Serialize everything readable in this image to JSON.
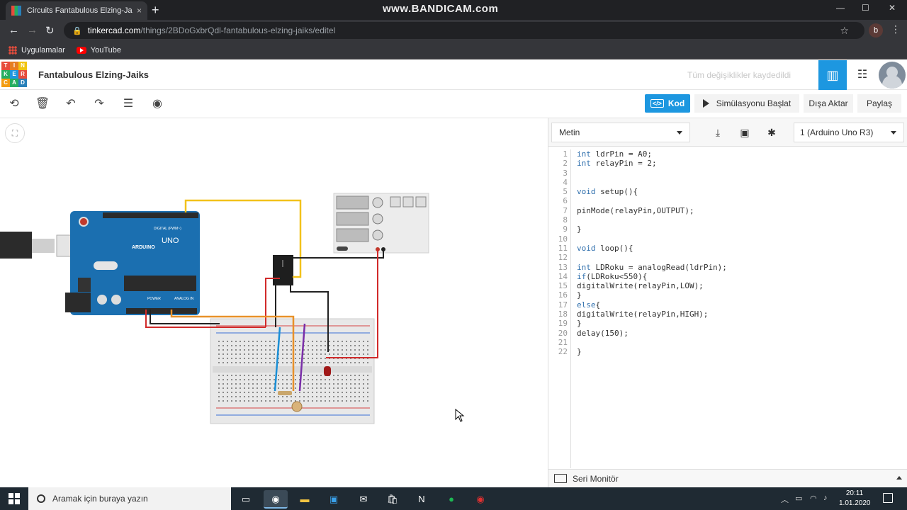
{
  "browser": {
    "tab_title": "Circuits Fantabulous Elzing-Jaiks",
    "tab_close": "×",
    "new_tab": "+",
    "watermark": "www.BANDICAM.com",
    "url_host": "tinkercad.com",
    "url_path": "/things/2BDoGxbrQdl-fantabulous-elzing-jaiks/editel",
    "profile_initial": "b",
    "bookmarks": [
      "Uygulamalar",
      "YouTube"
    ]
  },
  "header": {
    "logo_letters": [
      "T",
      "I",
      "N",
      "K",
      "E",
      "R",
      "C",
      "A",
      "D"
    ],
    "project_title": "Fantabulous Elzing-Jaiks",
    "save_status": "Tüm değişiklikler kaydedildi"
  },
  "toolbar": {
    "code_label": "Kod",
    "simulate_label": "Simülasyonu Başlat",
    "export_label": "Dışa Aktar",
    "share_label": "Paylaş"
  },
  "code": {
    "mode": "Metin",
    "board": "1 (Arduino Uno R3)",
    "lines": [
      "int ldrPin = A0;",
      "int relayPin = 2;",
      "",
      "",
      "void setup(){",
      "",
      "pinMode(relayPin,OUTPUT);",
      "",
      "}",
      "",
      "void loop(){",
      "",
      "int LDRoku = analogRead(ldrPin);",
      "if(LDRoku<550){",
      "digitalWrite(relayPin,LOW);",
      "}",
      "else{",
      "digitalWrite(relayPin,HIGH);",
      "}",
      "delay(150);",
      "",
      "}"
    ],
    "serial_monitor_label": "Seri Monitör"
  },
  "circuit": {
    "arduino_brand": "ARDUINO",
    "arduino_model": "UNO",
    "digital_label": "DIGITAL (PWM~)",
    "power_label": "POWER",
    "analog_label": "ANALOG IN"
  },
  "taskbar": {
    "search_placeholder": "Aramak için buraya yazın",
    "time": "20:11",
    "date": "1.01.2020"
  },
  "colors": {
    "accent": "#1d97e0",
    "arduino_blue": "#1b6fb0",
    "wire_red": "#d12a2a",
    "wire_black": "#222222",
    "wire_yellow": "#f2c21b",
    "wire_orange": "#e8912a",
    "wire_blue": "#1b8fd6",
    "wire_purple": "#7a2ea8"
  }
}
